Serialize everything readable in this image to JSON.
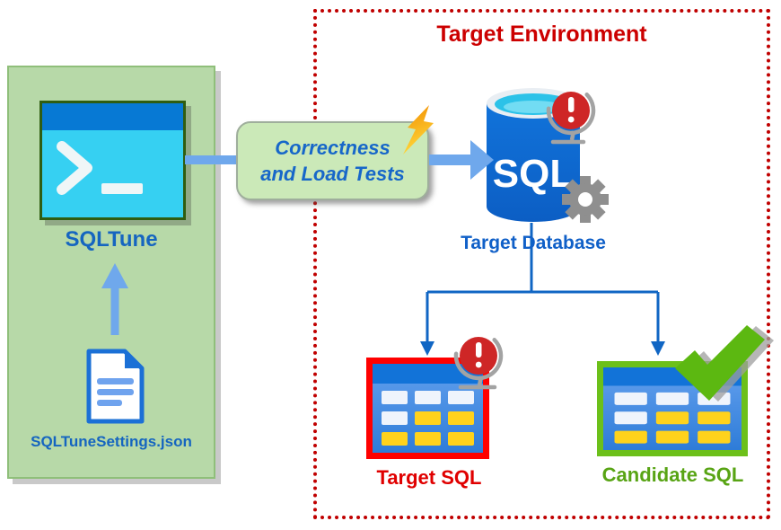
{
  "diagram": {
    "left_panel": {
      "terminal_label": "SQLTune",
      "settings_file_label": "SQLTuneSettings.json"
    },
    "tests_box": {
      "line1": "Correctness",
      "line2": "and Load Tests"
    },
    "target_environment": {
      "title": "Target Environment",
      "database": {
        "icon_text": "SQL",
        "label": "Target Database"
      },
      "target_sql": {
        "label": "Target SQL"
      },
      "candidate_sql": {
        "label": "Candidate SQL"
      }
    },
    "colors": {
      "panel_green_fill": "#B7D9A8",
      "panel_green_border": "#8FBF7A",
      "tests_box_fill": "#CBE9B8",
      "blue_label_text": "#1565C0",
      "light_blue_arrow": "#6FA8EC",
      "connector_blue": "#1066C4",
      "env_border_red": "#C00000",
      "env_title_red": "#CC0000",
      "target_sql_red": "#E00000",
      "candidate_green": "#58A414",
      "table_border_red": "#FF0000",
      "table_border_green": "#6CC01A",
      "alert_badge_red": "#CE2626",
      "table_cell_yellow": "#FFD21C",
      "terminal_titlebar_blue": "#0779D4",
      "terminal_body_cyan": "#36D0F2",
      "gear_gray": "#8F8F8F"
    }
  }
}
